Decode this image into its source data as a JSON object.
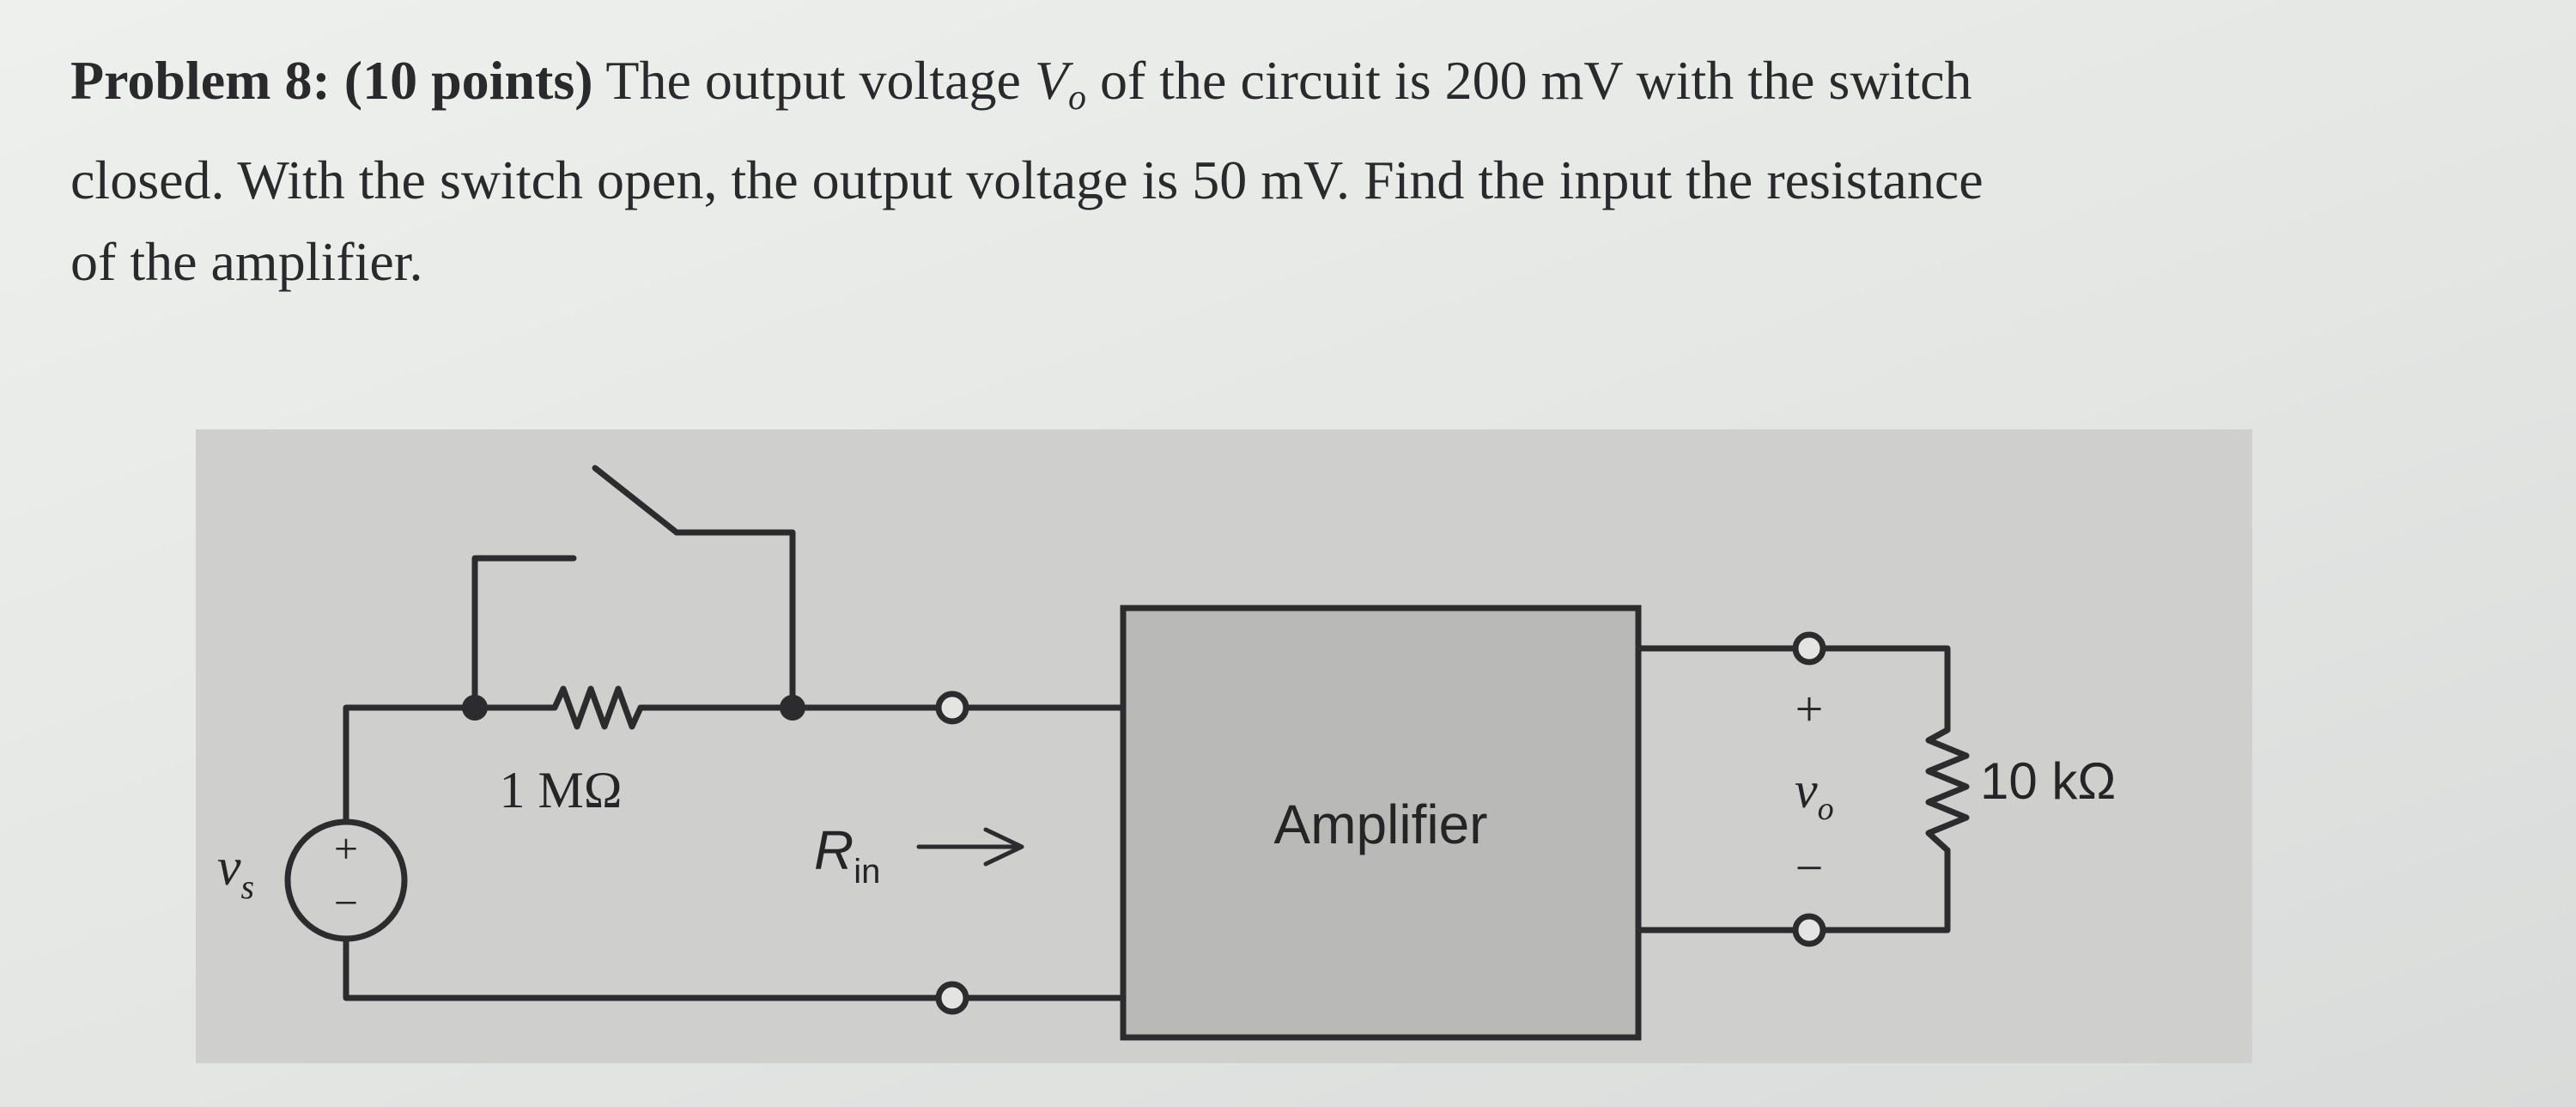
{
  "problem": {
    "number_label": "Problem 8:",
    "points_label": "(10 points)",
    "line1_a": " The output voltage ",
    "line1_var": "V",
    "line1_var_sub": "o",
    "line1_b": " of the circuit is 200 mV with the switch",
    "line2": "closed. With the switch open, the output voltage is 50 mV. Find the input the resistance",
    "line3": "of the amplifier."
  },
  "circuit": {
    "resistor_series_label": "1 MΩ",
    "rin_label_main": "R",
    "rin_label_sub": "in",
    "amplifier_label": "Amplifier",
    "source_label_main": "v",
    "source_label_sub": "s",
    "source_plus": "+",
    "source_minus": "−",
    "output_plus": "+",
    "output_label_main": "v",
    "output_label_sub": "o",
    "output_minus": "−",
    "load_label": "10 kΩ"
  }
}
